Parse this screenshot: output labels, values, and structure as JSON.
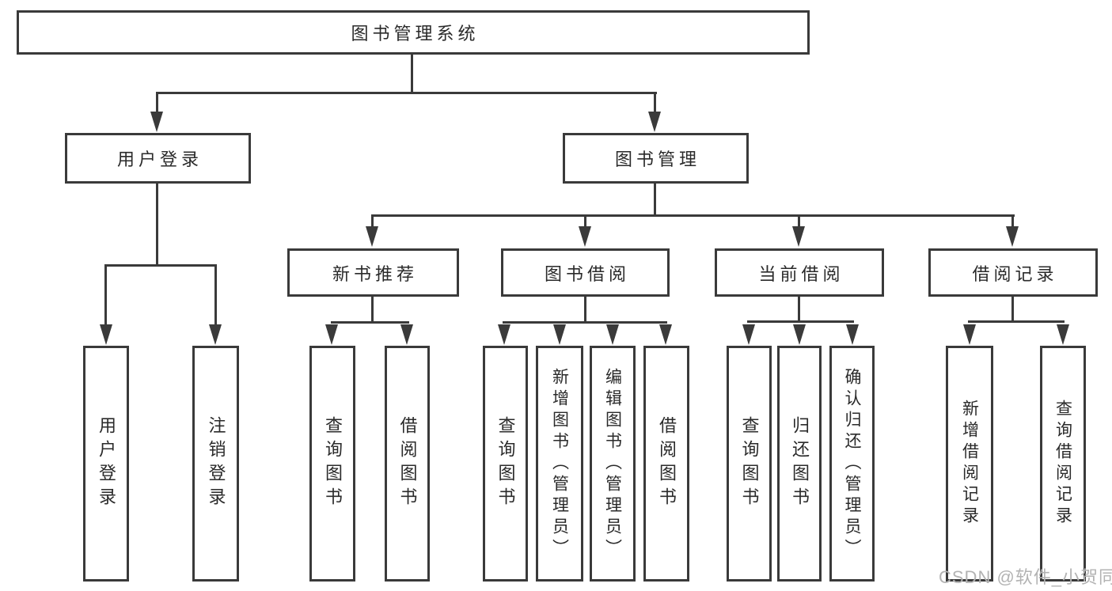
{
  "diagram": {
    "type": "hierarchy",
    "tree": {
      "root": {
        "label": "图书管理系统",
        "children": [
          {
            "label": "用户登录",
            "children": [
              {
                "label": "用户登录"
              },
              {
                "label": "注销登录"
              }
            ]
          },
          {
            "label": "图书管理",
            "children": [
              {
                "label": "新书推荐",
                "children": [
                  {
                    "label": "查询图书"
                  },
                  {
                    "label": "借阅图书"
                  }
                ]
              },
              {
                "label": "图书借阅",
                "children": [
                  {
                    "label": "查询图书"
                  },
                  {
                    "label": "新增图书（管理员）"
                  },
                  {
                    "label": "编辑图书（管理员）"
                  },
                  {
                    "label": "借阅图书"
                  }
                ]
              },
              {
                "label": "当前借阅",
                "children": [
                  {
                    "label": "查询图书"
                  },
                  {
                    "label": "归还图书"
                  },
                  {
                    "label": "确认归还（管理员）"
                  }
                ]
              },
              {
                "label": "借阅记录",
                "children": [
                  {
                    "label": "新增借阅记录"
                  },
                  {
                    "label": "查询借阅记录"
                  }
                ]
              }
            ]
          }
        ]
      }
    },
    "colors": {
      "line": "#3a3a3a",
      "text": "#2a2a2a",
      "background": "#ffffff",
      "watermark": "#b3b3b3"
    }
  },
  "watermark": {
    "text": "CSDN @软件_小贺同学"
  }
}
